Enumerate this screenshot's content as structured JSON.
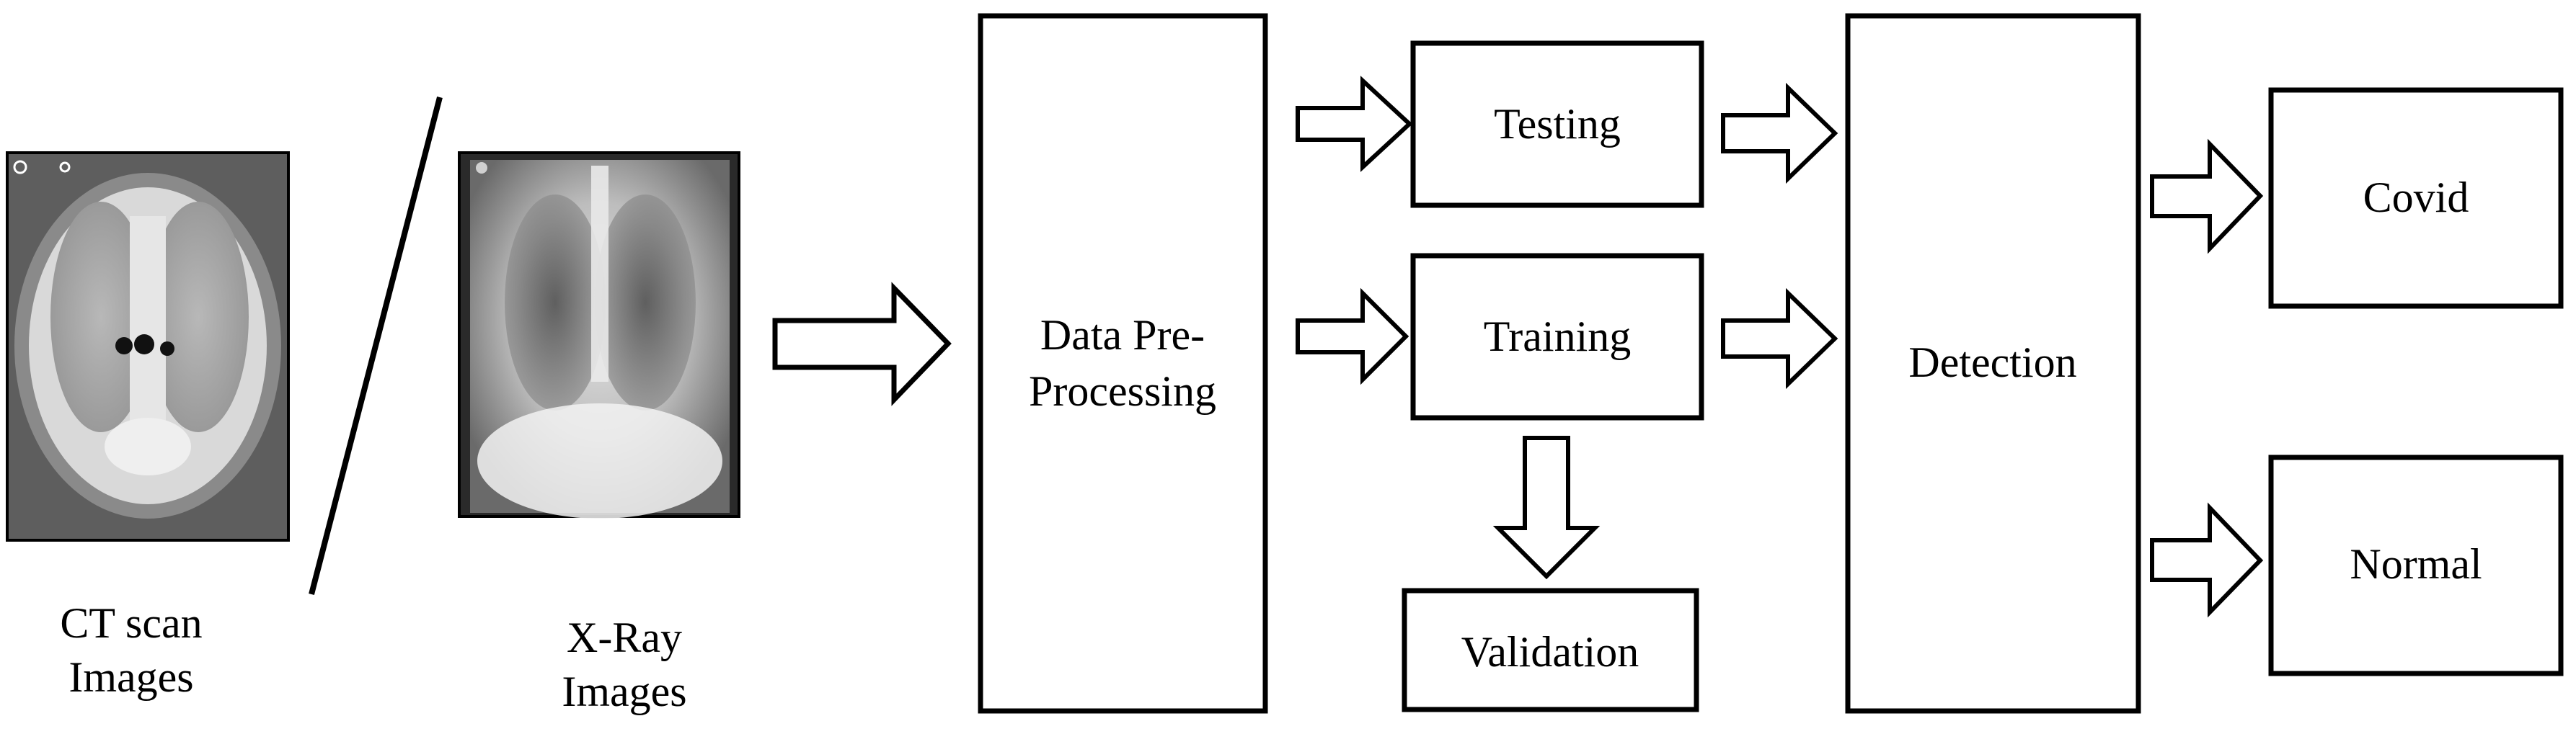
{
  "labels": {
    "ct_scan_line1": "CT scan",
    "ct_scan_line2": "Images",
    "xray_line1": "X-Ray",
    "xray_line2": "Images",
    "preprocess_line1": "Data Pre-",
    "preprocess_line2": "Processing",
    "testing": "Testing",
    "training": "Training",
    "validation": "Validation",
    "detection": "Detection",
    "covid": "Covid",
    "normal": "Normal"
  },
  "colors": {
    "stroke": "#000000",
    "background": "#ffffff",
    "ct_frame": "#6f6f6f",
    "xray_bg": "#2a2a2a"
  }
}
